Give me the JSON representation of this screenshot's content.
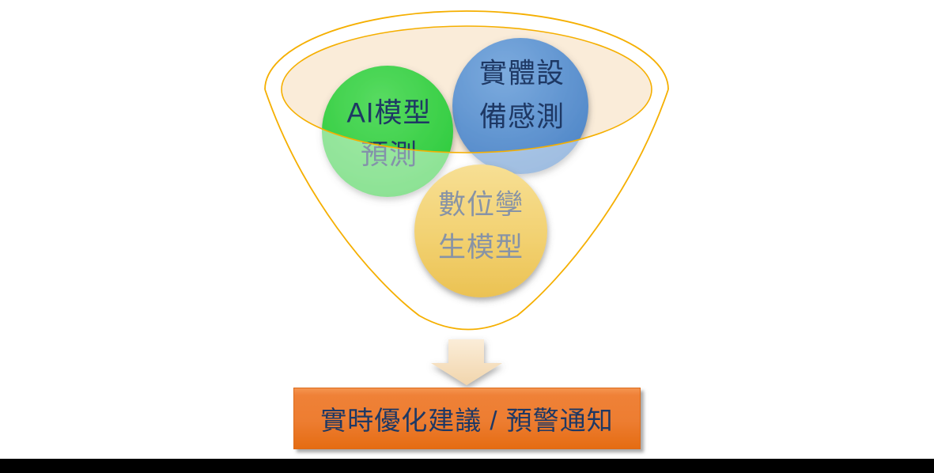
{
  "page": {
    "background_color": "#FFFFFF",
    "bottom_bar_color": "#000000"
  },
  "funnel": {
    "outline_color": "#F5AF00",
    "opening_fill_color": "#FAECD9",
    "body_tint": "rgba(255,255,255,0.45)",
    "circles": [
      {
        "id": "ai-model",
        "line1": "AI模型",
        "line2": "預測",
        "color_top": "#58DB61",
        "color_bottom": "#27C837",
        "text_color": "#1E3864"
      },
      {
        "id": "physical-device-sensing",
        "line1": "實體設",
        "line2": "備感測",
        "color_top": "#7CABDE",
        "color_bottom": "#4A82C5",
        "text_color": "#1E3864"
      },
      {
        "id": "digital-twin",
        "line1": "數位孿",
        "line2": "生模型",
        "color_top": "#F7DF94",
        "color_bottom": "#EBC253",
        "text_color": "#8793A6"
      }
    ]
  },
  "arrow": {
    "color_top": "#FBEDD8",
    "color_bottom": "#F1D5AC"
  },
  "output_box": {
    "label": "實時優化建議 / 預警通知",
    "background_color": "#ED7D31",
    "border_color": "#DC6B1A",
    "text_color": "#1E3864"
  }
}
